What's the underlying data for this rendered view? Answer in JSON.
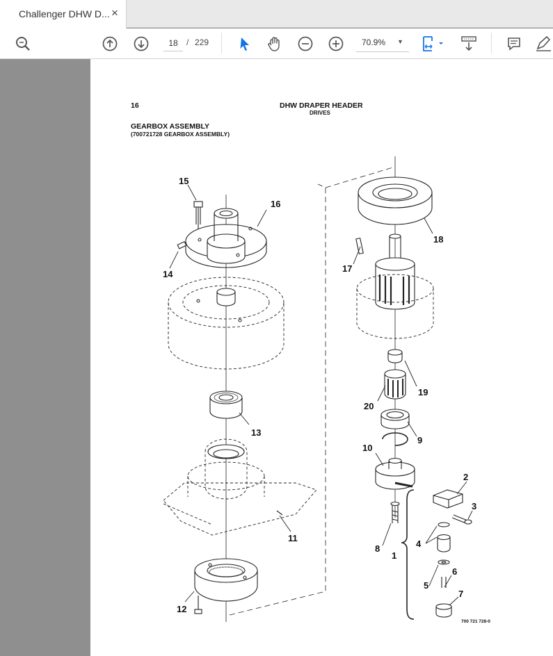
{
  "tab": {
    "title": "Challenger DHW D...",
    "close": "×"
  },
  "toolbar": {
    "page_current": "18",
    "page_separator": "/",
    "page_total": "229",
    "zoom": "70.9%",
    "icons": [
      "search-icon",
      "page-up-icon",
      "page-down-icon",
      "select-cursor-icon",
      "hand-pan-icon",
      "zoom-out-icon",
      "zoom-in-icon",
      "fit-page-icon",
      "scroll-mode-icon",
      "comment-icon",
      "highlight-pen-icon"
    ],
    "accent_color": "#1473e6"
  },
  "page": {
    "page_number": "16",
    "header_title": "DHW DRAPER HEADER",
    "header_subtitle": "DRIVES",
    "section_title": "GEARBOX ASSEMBLY",
    "section_subtitle": "(700721728 GEARBOX ASSEMBLY)",
    "figure_id": "700 721 728-0",
    "callouts": {
      "c15": "15",
      "c16": "16",
      "c14": "14",
      "c13": "13",
      "c11": "11",
      "c12": "12",
      "c18": "18",
      "c17": "17",
      "c19": "19",
      "c20": "20",
      "c9": "9",
      "c10": "10",
      "c2": "2",
      "c3": "3",
      "c4": "4",
      "c8": "8",
      "c1": "1",
      "c5": "5",
      "c6": "6",
      "c7": "7"
    }
  }
}
